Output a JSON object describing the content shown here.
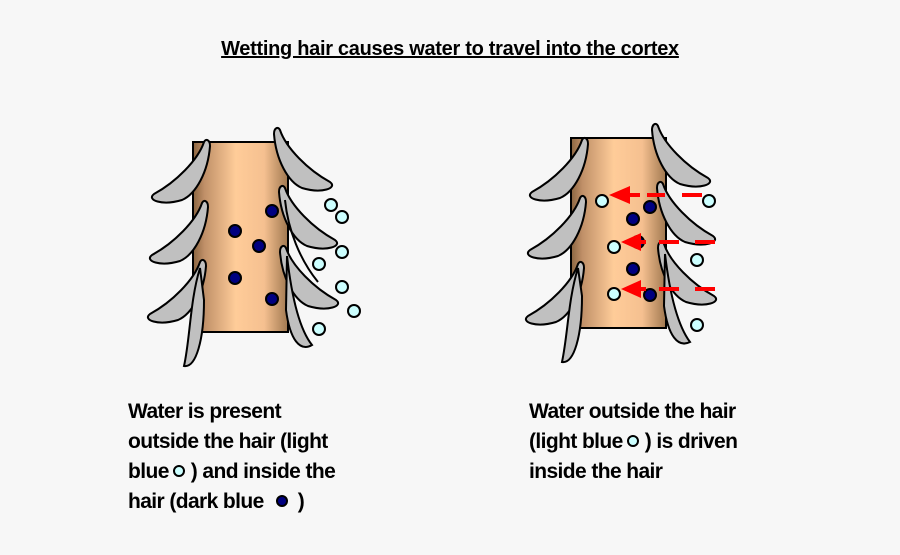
{
  "title": "Wetting hair causes water to travel into the cortex",
  "colors": {
    "background": "#f7f7f7",
    "cortex_center": "#ffcc99",
    "cortex_edge": "#a07850",
    "cuticle_scale": "#c0c0c0",
    "water_outside": "#ccffff",
    "water_inside": "#000080",
    "arrow": "#ff0000"
  },
  "left_panel": {
    "caption_lines": [
      "Water is present",
      "outside the hair (light",
      "blue",
      ") and inside the",
      "hair (dark blue",
      ")"
    ],
    "legend_light": "light-blue-water-dot",
    "legend_dark": "dark-blue-water-dot"
  },
  "right_panel": {
    "caption_lines": [
      "Water outside the hair",
      "(light blue",
      ") is driven",
      "inside the hair"
    ],
    "legend_light": "light-blue-water-dot"
  }
}
